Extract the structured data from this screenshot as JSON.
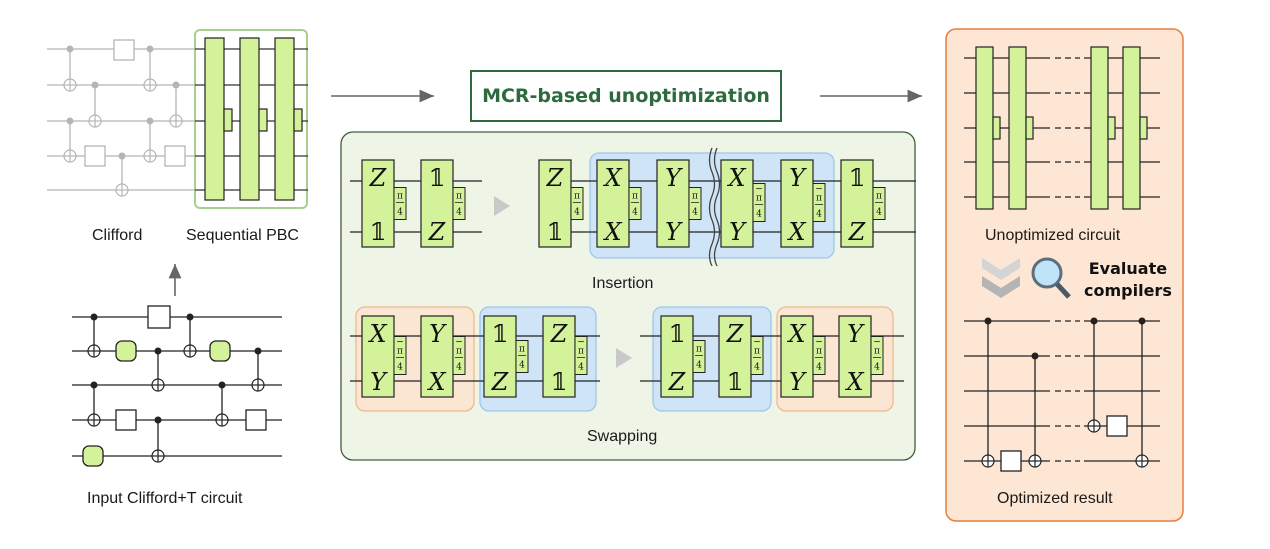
{
  "labels": {
    "clifford": "Clifford",
    "sequential_pbc": "Sequential PBC",
    "input_circuit": "Input Clifford+T circuit",
    "mcr_title": "MCR-based unoptimization",
    "insertion": "Insertion",
    "swapping": "Swapping",
    "unoptimized": "Unoptimized circuit",
    "evaluate_line1": "Evaluate",
    "evaluate_line2": "compilers",
    "optimized": "Optimized result"
  },
  "symbols": {
    "Z": "Z",
    "X": "X",
    "Y": "Y",
    "one": "𝟙",
    "pi": "π",
    "four": "4",
    "minus": "−"
  },
  "colors": {
    "gate_fill": "#d4f29a",
    "gate_stroke": "#2b2b2b",
    "green_panel": "#eef4e6",
    "green_panel_border": "#3f5e3f",
    "blue_highlight": "#cfe5f7",
    "blue_border": "#9cc8ea",
    "orange_highlight": "#fbe6d3",
    "orange_border": "#f0b98a",
    "result_panel": "#fde7d4",
    "result_border": "#e87f3a",
    "accent_green": "#2d6a3e",
    "pbc_frame": "#a8d08d"
  }
}
